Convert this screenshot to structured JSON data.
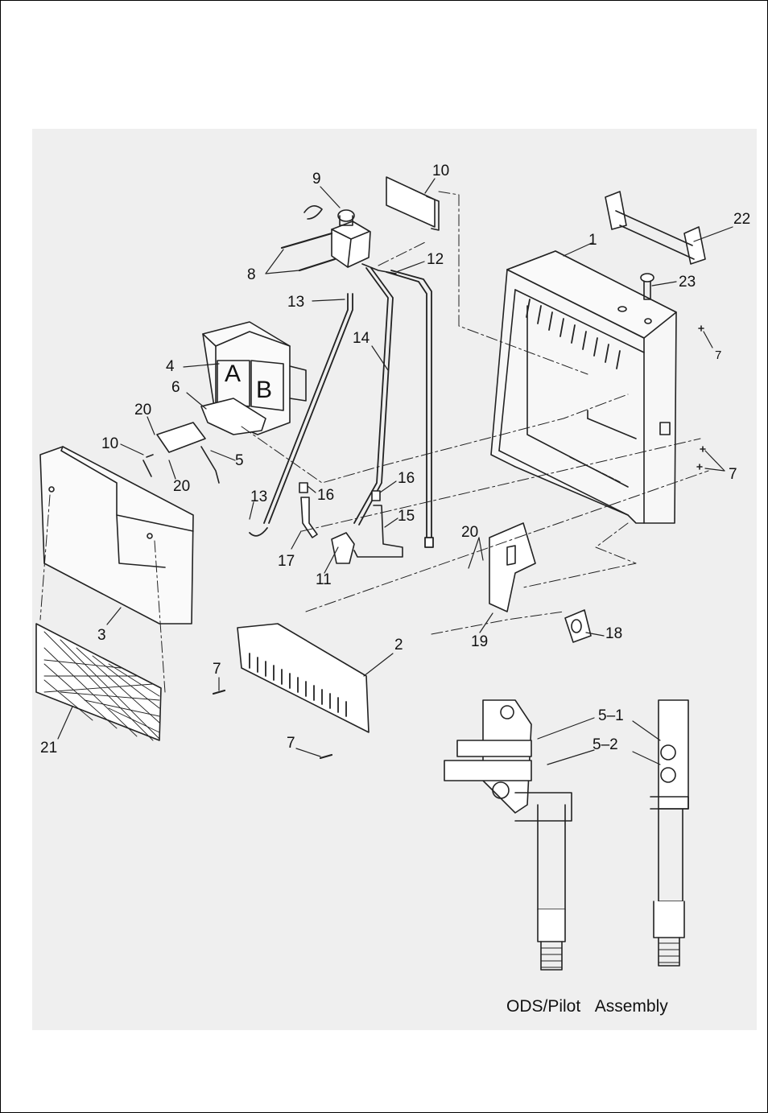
{
  "diagram": {
    "callouts": [
      {
        "id": "c9",
        "text": "9"
      },
      {
        "id": "c10a",
        "text": "10"
      },
      {
        "id": "c22",
        "text": "22"
      },
      {
        "id": "c1",
        "text": "1"
      },
      {
        "id": "c8",
        "text": "8"
      },
      {
        "id": "c12",
        "text": "12"
      },
      {
        "id": "c23",
        "text": "23"
      },
      {
        "id": "c13a",
        "text": "13"
      },
      {
        "id": "c7a",
        "text": "7"
      },
      {
        "id": "c14",
        "text": "14"
      },
      {
        "id": "c4",
        "text": "4"
      },
      {
        "id": "c6",
        "text": "6"
      },
      {
        "id": "c20a",
        "text": "20"
      },
      {
        "id": "c10b",
        "text": "10"
      },
      {
        "id": "c5",
        "text": "5"
      },
      {
        "id": "c20b",
        "text": "20"
      },
      {
        "id": "c7b",
        "text": "7"
      },
      {
        "id": "c16a",
        "text": "16"
      },
      {
        "id": "c16b",
        "text": "16"
      },
      {
        "id": "c13b",
        "text": "13"
      },
      {
        "id": "c15",
        "text": "15"
      },
      {
        "id": "c20c",
        "text": "20"
      },
      {
        "id": "c17",
        "text": "17"
      },
      {
        "id": "c11",
        "text": "11"
      },
      {
        "id": "c3",
        "text": "3"
      },
      {
        "id": "c18",
        "text": "18"
      },
      {
        "id": "c19",
        "text": "19"
      },
      {
        "id": "c2",
        "text": "2"
      },
      {
        "id": "c7c",
        "text": "7"
      },
      {
        "id": "c21",
        "text": "21"
      },
      {
        "id": "c7d",
        "text": "7"
      },
      {
        "id": "c51",
        "text": "5–1"
      },
      {
        "id": "c52",
        "text": "5–2"
      }
    ],
    "panel_letters": [
      "A",
      "B"
    ],
    "caption": {
      "part1": "ODS/Pilot",
      "part2": "Assembly"
    }
  }
}
